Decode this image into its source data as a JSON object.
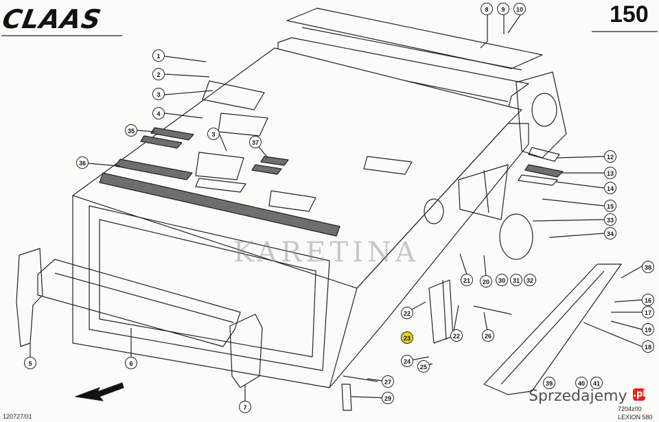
{
  "header": {
    "brand": "CLAAS",
    "page_number": "150"
  },
  "footer": {
    "left_code": "120727/01",
    "right_code": "7204z00",
    "right_model": "LEXION 580"
  },
  "watermark": {
    "text": "KARETINA"
  },
  "site": {
    "name": "Sprzedajemy",
    "badge": ".pl"
  },
  "callouts": [
    {
      "label": "1"
    },
    {
      "label": "2"
    },
    {
      "label": "3"
    },
    {
      "label": "4"
    },
    {
      "label": "35"
    },
    {
      "label": "36"
    },
    {
      "label": "3"
    },
    {
      "label": "37"
    },
    {
      "label": "8"
    },
    {
      "label": "9"
    },
    {
      "label": "10"
    },
    {
      "label": "12"
    },
    {
      "label": "13"
    },
    {
      "label": "14"
    },
    {
      "label": "15"
    },
    {
      "label": "33"
    },
    {
      "label": "34"
    },
    {
      "label": "21"
    },
    {
      "label": "20"
    },
    {
      "label": "30"
    },
    {
      "label": "31"
    },
    {
      "label": "32"
    },
    {
      "label": "38"
    },
    {
      "label": "16"
    },
    {
      "label": "17"
    },
    {
      "label": "19"
    },
    {
      "label": "18"
    },
    {
      "label": "22"
    },
    {
      "label": "22"
    },
    {
      "label": "23",
      "highlight": true
    },
    {
      "label": "26"
    },
    {
      "label": "24"
    },
    {
      "label": "25"
    },
    {
      "label": "27"
    },
    {
      "label": "29"
    },
    {
      "label": "5"
    },
    {
      "label": "6"
    },
    {
      "label": "7"
    },
    {
      "label": "39"
    },
    {
      "label": "40"
    },
    {
      "label": "41"
    }
  ],
  "colors": {
    "line": "#222222",
    "highlight": "#e8d21a",
    "paper": "#fbfbf8",
    "strip": "#6e6e6e"
  }
}
